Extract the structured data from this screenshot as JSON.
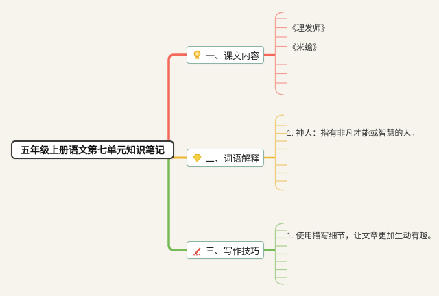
{
  "root": {
    "label": "五年级上册语文第七单元知识笔记"
  },
  "colors": {
    "background": "#f7f4ee",
    "branch1": "#f4695c",
    "branch2": "#edb52e",
    "branch3": "#77bb56",
    "node_border": "#8ab5a1",
    "root_border": "#3a3a3a"
  },
  "branches": [
    {
      "label": "一、课文内容",
      "icon": "medal-icon",
      "color": "#f4695c",
      "children": [
        {
          "text": "《理发师》"
        },
        {
          "text": "《米蟾》"
        }
      ]
    },
    {
      "label": "二、词语解释",
      "icon": "gem-icon",
      "color": "#edb52e",
      "children": [
        {
          "text": "1. 神人：指有非凡才能或智慧的人。"
        }
      ]
    },
    {
      "label": "三、写作技巧",
      "icon": "pen-icon",
      "color": "#77bb56",
      "children": [
        {
          "text": "1. 使用描写细节，让文章更加生动有趣。"
        }
      ]
    }
  ]
}
